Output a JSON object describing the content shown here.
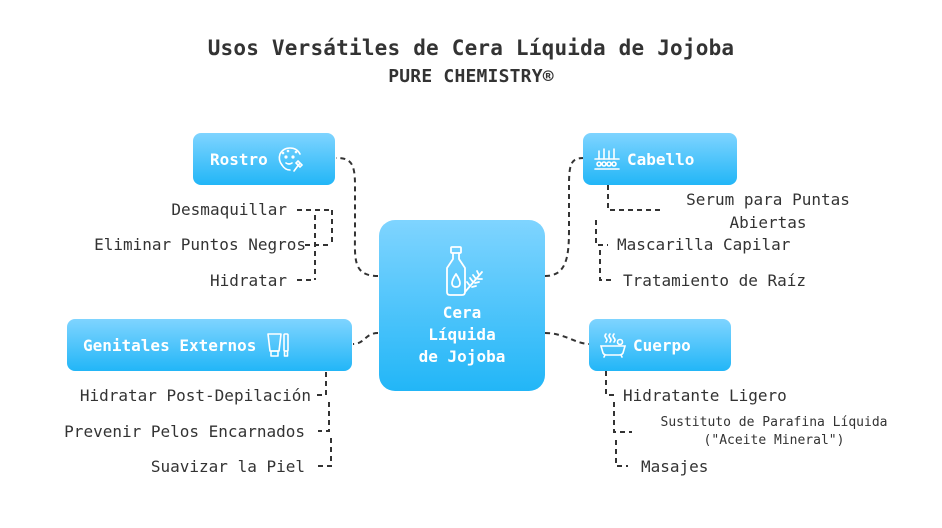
{
  "title": "Usos Versátiles de Cera Líquida de Jojoba",
  "subtitle": "PURE CHEMISTRY®",
  "colors": {
    "node_top": "#7fd4ff",
    "node_bottom": "#22b6f7",
    "text": "#333333",
    "link": "#333333"
  },
  "center": {
    "label": "Cera\nLíquida\nde Jojoba",
    "icon": "oil-bottle-herb-icon"
  },
  "branches": {
    "rostro": {
      "label": "Rostro",
      "icon": "face-icon",
      "items": [
        "Desmaquillar",
        "Eliminar Puntos Negros",
        "Hidratar"
      ]
    },
    "cabello": {
      "label": "Cabello",
      "icon": "hair-follicle-icon",
      "items": [
        "Serum para Puntas\nAbiertas",
        "Mascarilla Capilar",
        "Tratamiento de Raíz"
      ]
    },
    "genitales": {
      "label": "Genitales Externos",
      "icon": "cream-tube-icon",
      "items": [
        "Hidratar Post-Depilación",
        "Prevenir Pelos Encarnados",
        "Suavizar la Piel"
      ]
    },
    "cuerpo": {
      "label": "Cuerpo",
      "icon": "bathtub-icon",
      "items": [
        "Hidratante Ligero",
        "Sustituto de Parafina Líquida\n(\"Aceite Mineral\")",
        "Masajes"
      ]
    }
  }
}
